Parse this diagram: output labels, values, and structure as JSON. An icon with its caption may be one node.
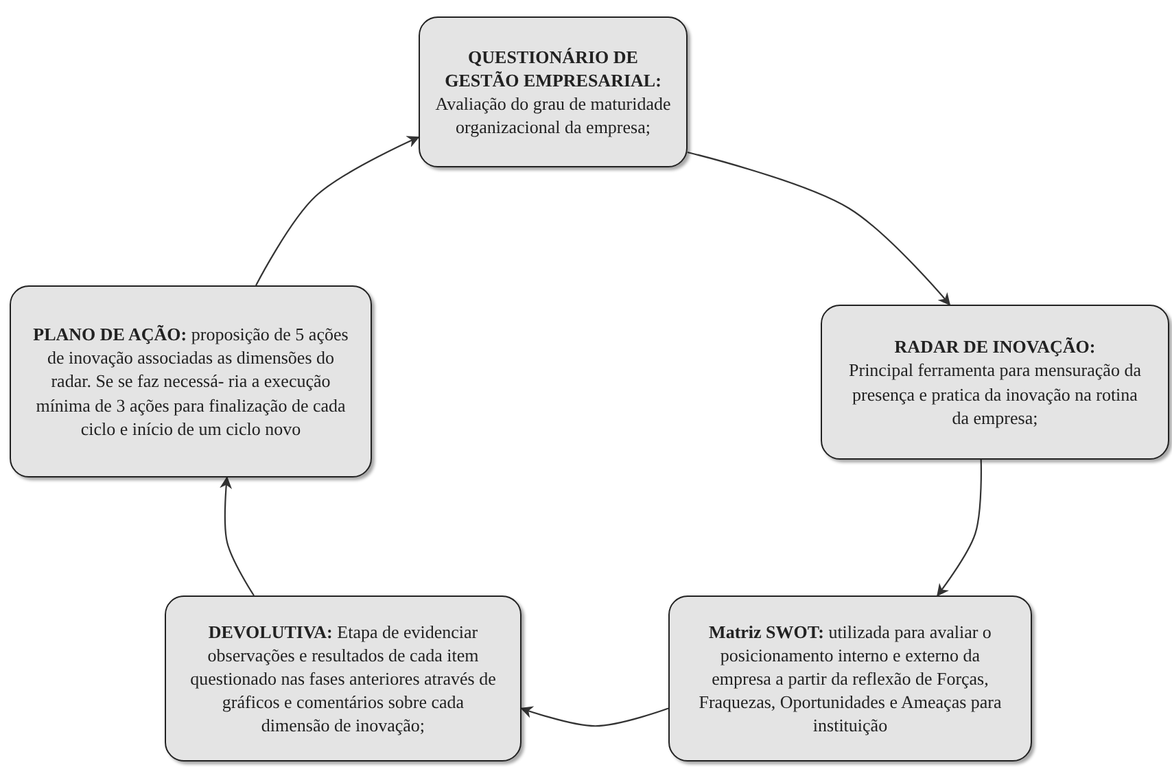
{
  "diagram": {
    "nodes": [
      {
        "text": [
          "QUESTIONÁRIO DE GESTÃO EMPRESARIAL:",
          "Avaliação do grau de maturidade organizacional da empresa;"
        ]
      },
      {
        "text": [
          "RADAR DE INOVAÇÃO:",
          "Principal ferramenta para mensuração da presença e pratica da inovação na rotina da empresa;"
        ]
      },
      {
        "text": [
          "**Matriz SWOT:** utilizada para avaliar o posicionamento interno e externo da empresa a partir da reflexão de Forças, Fraquezas, Oportunidades e Ameaças para instituição"
        ]
      },
      {
        "text": [
          "**DEVOLUTIVA:** Etapa de evidenciar observações e resultados de cada item questionado nas fases anteriores através de gráficos e comentários sobre cada dimensão de inovação;"
        ]
      },
      {
        "text": [
          "**PLANO DE AÇÃO:** proposição de 5 ações de inovação associadas as dimensões do radar. Se se faz necessá- ria a execução mínima de 3 ações para finalização de cada ciclo e início de um ciclo novo"
        ]
      }
    ],
    "edges": [
      {
        "from": 0,
        "to": 1,
        "arrow": "to"
      },
      {
        "from": 1,
        "to": 2,
        "arrow": "to"
      },
      {
        "from": 2,
        "to": 3,
        "arrow": "to"
      },
      {
        "from": 3,
        "to": 4,
        "arrow": "to"
      },
      {
        "from": 4,
        "to": 0,
        "arrow": "to"
      }
    ]
  }
}
